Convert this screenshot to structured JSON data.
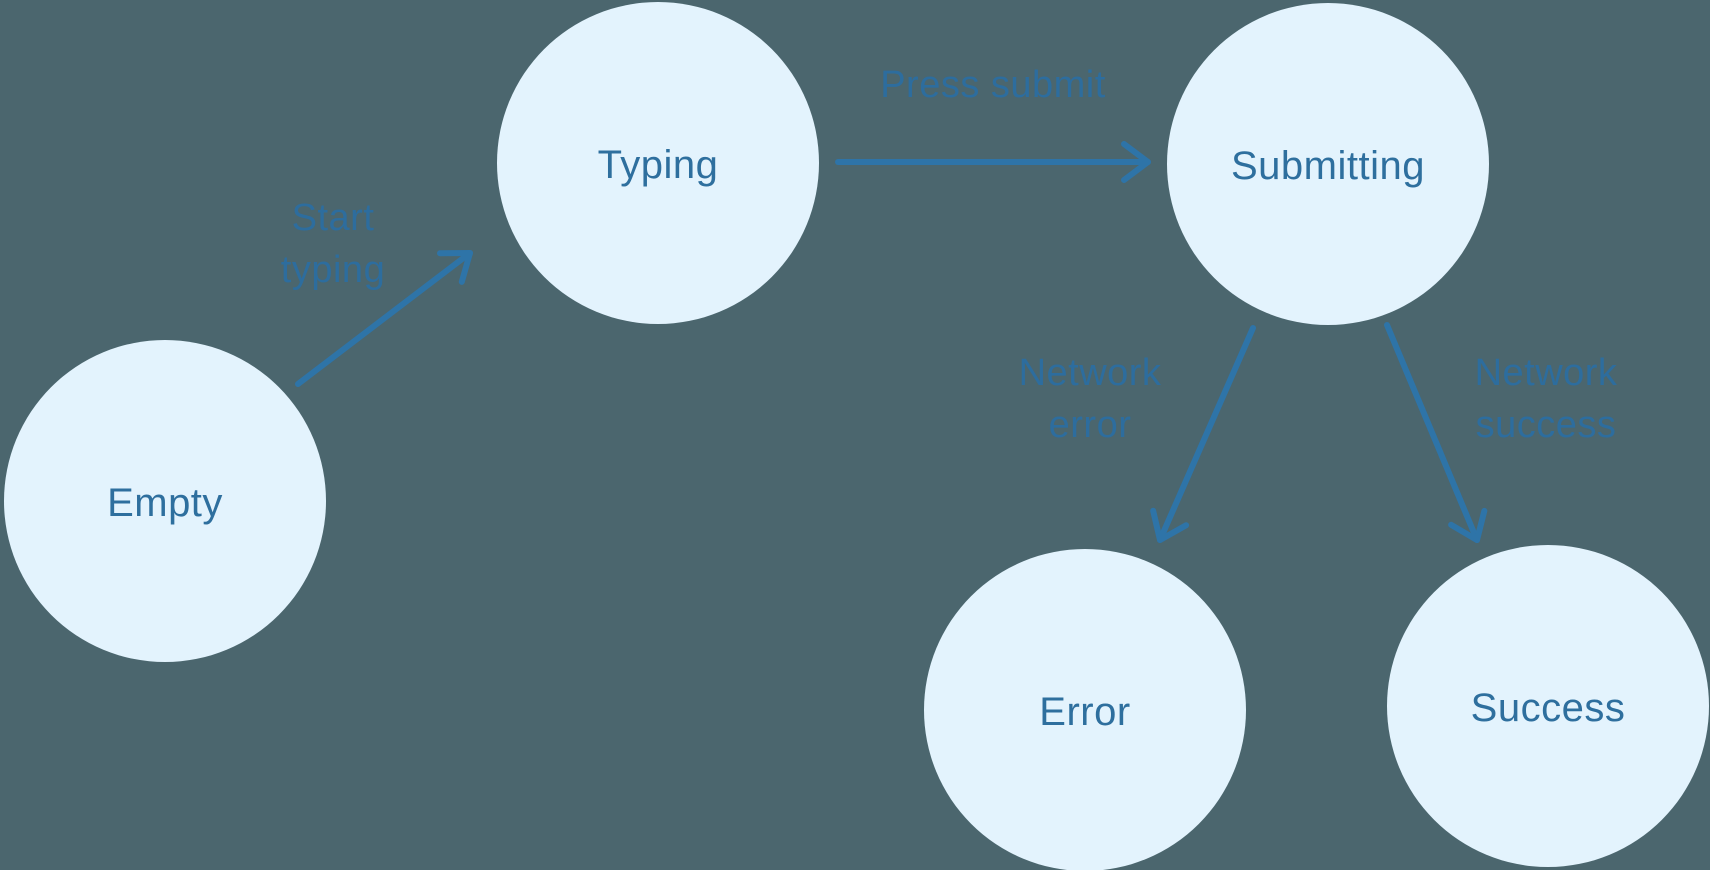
{
  "colors": {
    "background": "#4b666e",
    "node_fill": "#e3f3fd",
    "node_text": "#2e6f9e",
    "edge": "#2e74a8",
    "edge_label_text": "#2d6d9e"
  },
  "states": [
    {
      "id": "empty",
      "label": "Empty"
    },
    {
      "id": "typing",
      "label": "Typing"
    },
    {
      "id": "submitting",
      "label": "Submitting"
    },
    {
      "id": "error",
      "label": "Error"
    },
    {
      "id": "success",
      "label": "Success"
    }
  ],
  "transitions": [
    {
      "from": "Empty",
      "to": "Typing",
      "label": "Start typing",
      "label_lines": [
        "Start",
        "typing"
      ]
    },
    {
      "from": "Typing",
      "to": "Submitting",
      "label": "Press submit",
      "label_lines": [
        "Press submit"
      ]
    },
    {
      "from": "Submitting",
      "to": "Error",
      "label": "Network error",
      "label_lines": [
        "Network",
        "error"
      ]
    },
    {
      "from": "Submitting",
      "to": "Success",
      "label": "Network success",
      "label_lines": [
        "Network",
        "success"
      ]
    }
  ]
}
